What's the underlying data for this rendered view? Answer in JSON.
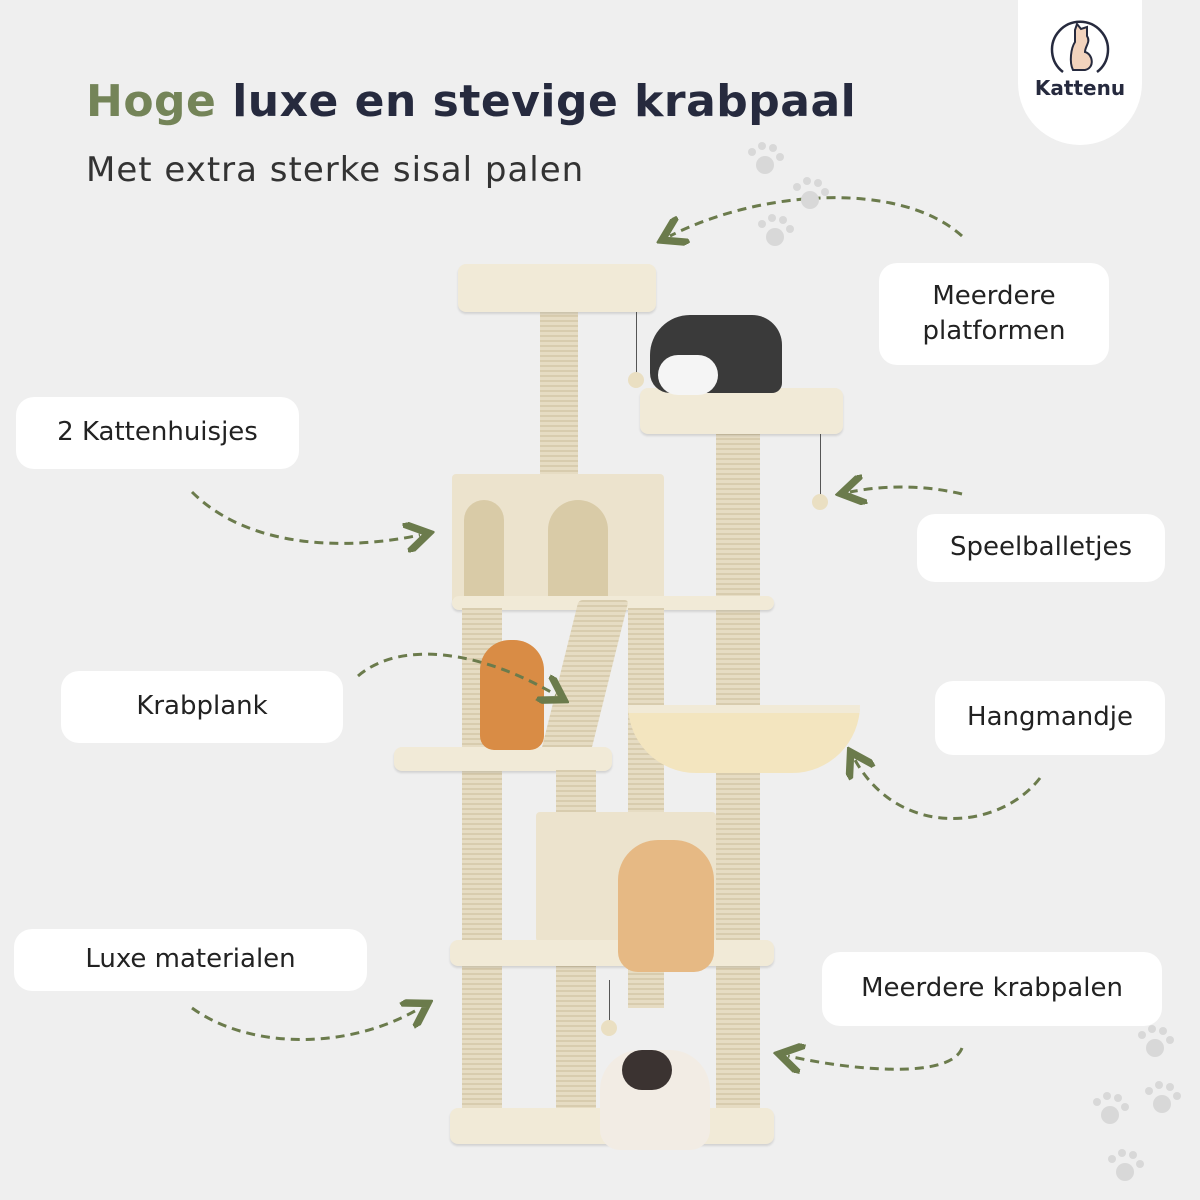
{
  "header": {
    "title_accent": "Hoge",
    "title_rest": " luxe en stevige krabpaal",
    "subtitle": "Met extra sterke sisal palen"
  },
  "logo": {
    "brand": "Kattenu",
    "icon": "sitting-cat-icon"
  },
  "callouts": {
    "platforms": "Meerdere platformen",
    "houses": "2 Kattenhuisjes",
    "balls": "Speelballetjes",
    "scratch_board": "Krabplank",
    "hammock": "Hangmandje",
    "materials": "Luxe materialen",
    "posts": "Meerdere krabpalen"
  },
  "colors": {
    "accent": "#748458",
    "dark": "#262a3e",
    "background": "#efefef",
    "arrow": "#6b7b4c"
  }
}
